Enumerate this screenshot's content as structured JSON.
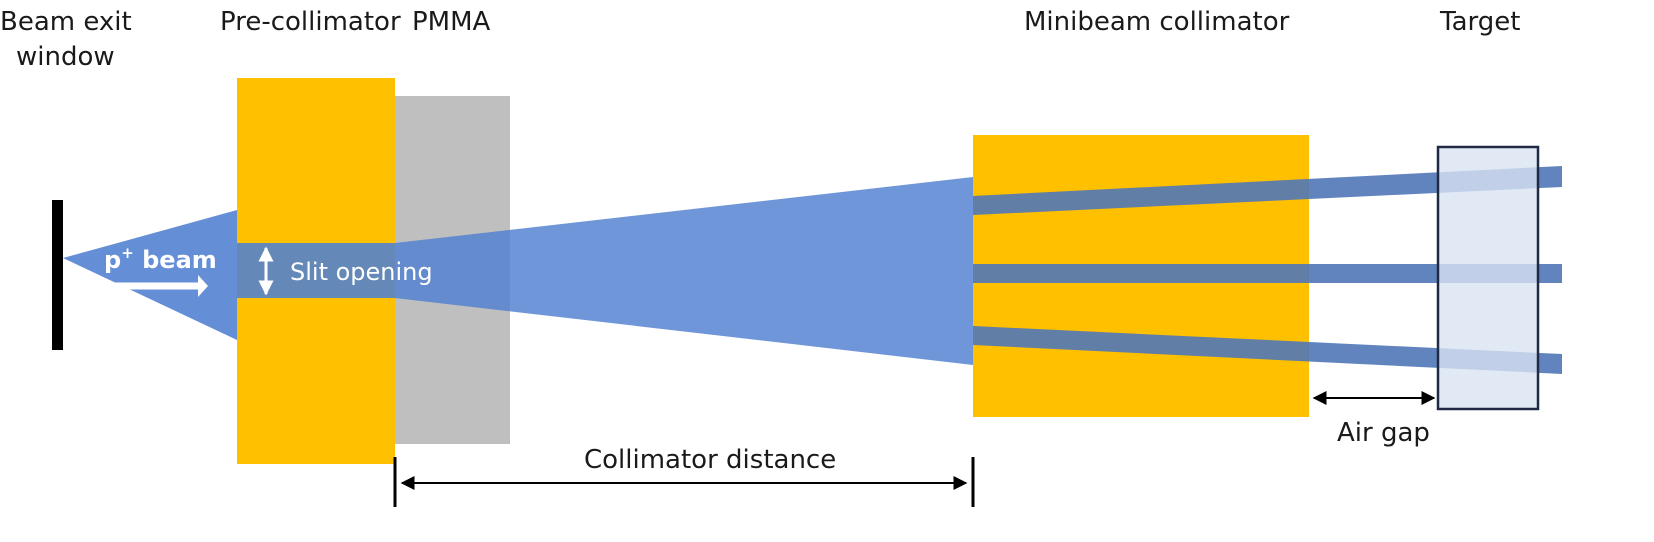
{
  "labels": {
    "beam_exit_line1": "Beam exit",
    "beam_exit_line2": "window",
    "pre_collimator": "Pre-collimator",
    "pmma": "PMMA",
    "minibeam_collimator": "Minibeam collimator",
    "target": "Target",
    "beam_main": "p",
    "beam_sup": "+",
    "beam_suffix": " beam",
    "slit_opening": "Slit opening",
    "collimator_distance": "Collimator distance",
    "air_gap": "Air gap"
  },
  "colors": {
    "collimator": "#FFC000",
    "pmma": "#BFBFBF",
    "beam": "#4F7FD1",
    "minibeam": "#5077B8",
    "target_fill": "#DAE3F3",
    "target_border": "#1F2A44",
    "window": "#000000",
    "arrow": "#000000"
  }
}
